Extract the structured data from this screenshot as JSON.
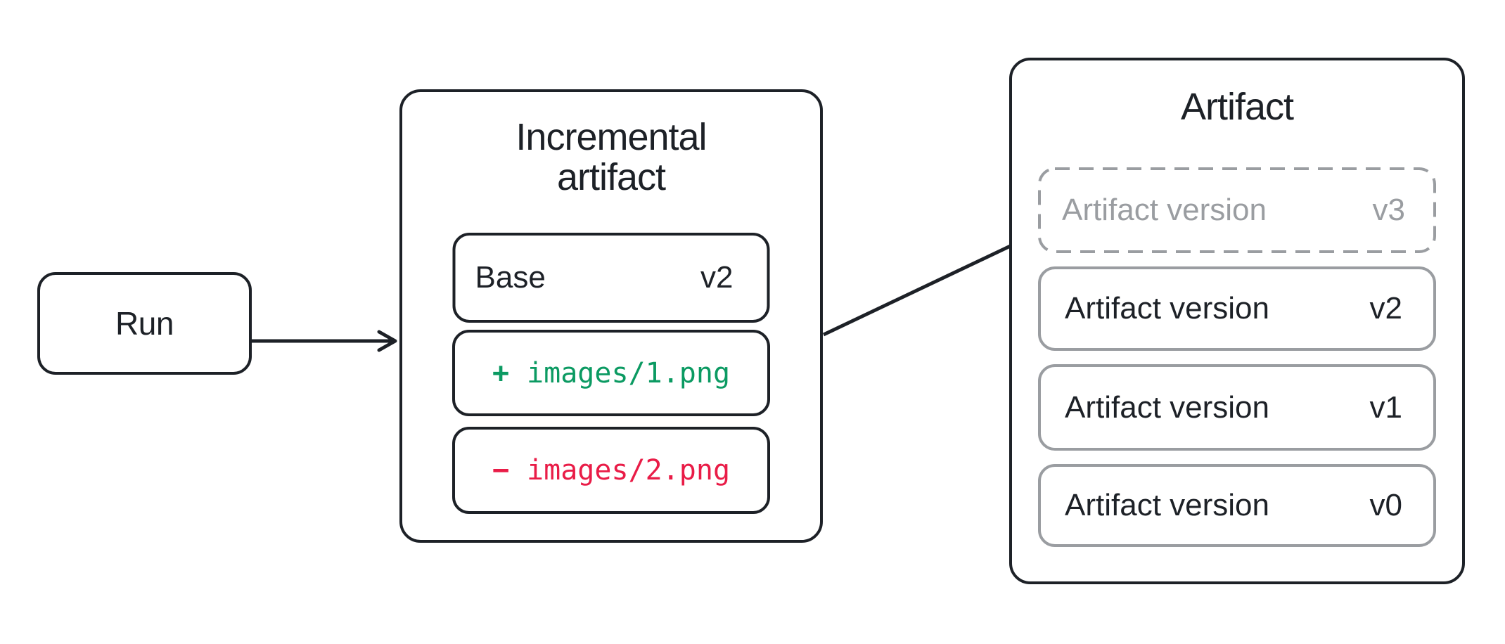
{
  "colors": {
    "ink": "#1d2127",
    "muted_gray": "#9a9da1",
    "added_green": "#0b9a62",
    "removed_red": "#e91c47"
  },
  "run_box": {
    "label": "Run"
  },
  "incremental_box": {
    "title_line1": "Incremental",
    "title_line2": "artifact",
    "base_entry": {
      "label": "Base",
      "version": "v2"
    },
    "added_entry": {
      "sign": "+",
      "path": "images/1.png"
    },
    "removed_entry": {
      "sign": "−",
      "path": "images/2.png"
    }
  },
  "artifact_box": {
    "title": "Artifact",
    "versions": [
      {
        "label": "Artifact version",
        "version": "v3",
        "state": "pending"
      },
      {
        "label": "Artifact version",
        "version": "v2",
        "state": "existing"
      },
      {
        "label": "Artifact version",
        "version": "v1",
        "state": "existing"
      },
      {
        "label": "Artifact version",
        "version": "v0",
        "state": "existing"
      }
    ]
  }
}
